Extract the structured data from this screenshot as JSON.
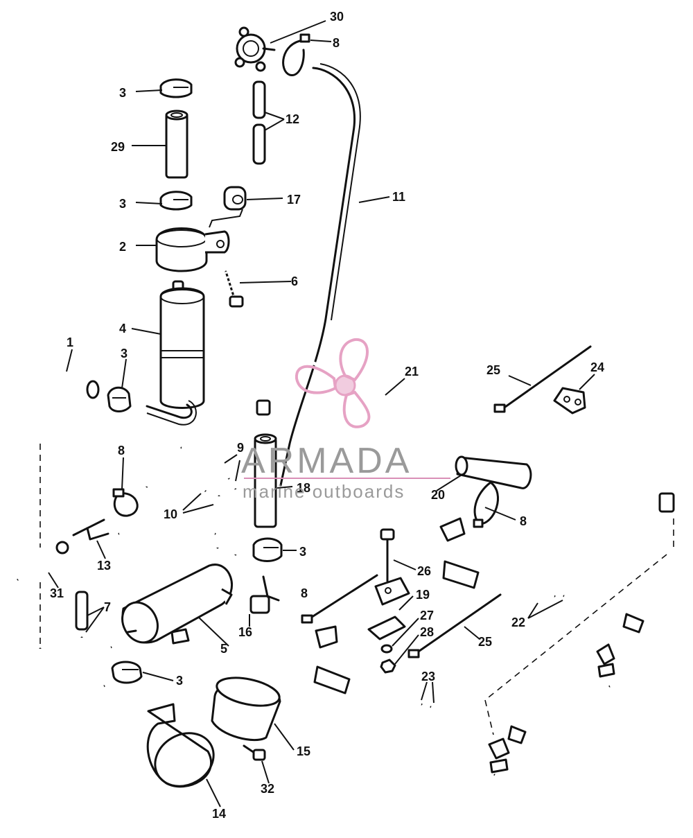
{
  "diagram": {
    "callouts": [
      {
        "id": "c1",
        "text": "1"
      },
      {
        "id": "c2",
        "text": "2"
      },
      {
        "id": "c3a",
        "text": "3"
      },
      {
        "id": "c3b",
        "text": "3"
      },
      {
        "id": "c3c",
        "text": "3"
      },
      {
        "id": "c3d",
        "text": "3"
      },
      {
        "id": "c3e",
        "text": "3"
      },
      {
        "id": "c4",
        "text": "4"
      },
      {
        "id": "c5",
        "text": "5"
      },
      {
        "id": "c6",
        "text": "6"
      },
      {
        "id": "c7",
        "text": "7"
      },
      {
        "id": "c8a",
        "text": "8"
      },
      {
        "id": "c8b",
        "text": "8"
      },
      {
        "id": "c8c",
        "text": "8"
      },
      {
        "id": "c8d",
        "text": "8"
      },
      {
        "id": "c9",
        "text": "9"
      },
      {
        "id": "c10",
        "text": "10"
      },
      {
        "id": "c11",
        "text": "11"
      },
      {
        "id": "c12",
        "text": "12"
      },
      {
        "id": "c13",
        "text": "13"
      },
      {
        "id": "c14",
        "text": "14"
      },
      {
        "id": "c15",
        "text": "15"
      },
      {
        "id": "c16",
        "text": "16"
      },
      {
        "id": "c17",
        "text": "17"
      },
      {
        "id": "c18",
        "text": "18"
      },
      {
        "id": "c19",
        "text": "19"
      },
      {
        "id": "c20",
        "text": "20"
      },
      {
        "id": "c21",
        "text": "21"
      },
      {
        "id": "c22",
        "text": "22"
      },
      {
        "id": "c23",
        "text": "23"
      },
      {
        "id": "c24",
        "text": "24"
      },
      {
        "id": "c25a",
        "text": "25"
      },
      {
        "id": "c25b",
        "text": "25"
      },
      {
        "id": "c26",
        "text": "26"
      },
      {
        "id": "c27",
        "text": "27"
      },
      {
        "id": "c28",
        "text": "28"
      },
      {
        "id": "c29",
        "text": "29"
      },
      {
        "id": "c30",
        "text": "30"
      },
      {
        "id": "c31",
        "text": "31"
      },
      {
        "id": "c32",
        "text": "32"
      }
    ]
  },
  "watermark": {
    "brand": "ARMADA",
    "tagline": "marine outboards",
    "color": "#e6a2c4"
  }
}
